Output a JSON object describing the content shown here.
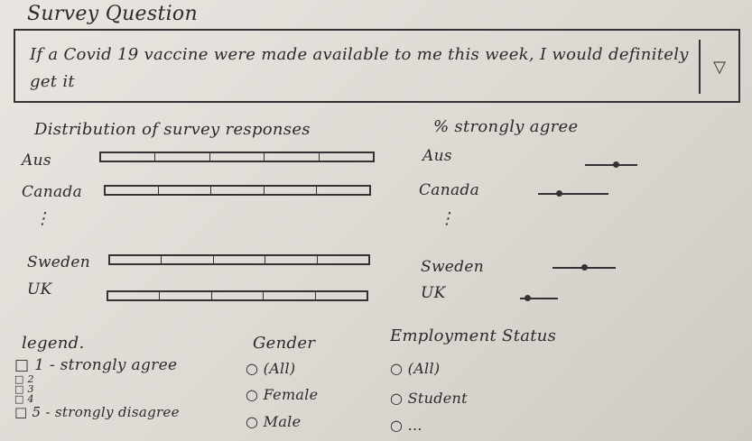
{
  "title": "Survey Question",
  "question": {
    "text": "If a Covid 19 vaccine were made available to me this week, I would definitely get it",
    "dropdown_icon": "▽"
  },
  "distribution": {
    "heading": "Distribution of survey responses",
    "rows": [
      {
        "label": "Aus",
        "segments": 5
      },
      {
        "label": "Canada",
        "segments": 5
      },
      {
        "label": "Sweden",
        "segments": 5
      },
      {
        "label": "UK",
        "segments": 5
      }
    ],
    "ellipsis": "⋮"
  },
  "strongly_agree": {
    "heading": "% strongly agree",
    "rows": [
      {
        "label": "Aus",
        "value": 0.6
      },
      {
        "label": "Canada",
        "value": 0.3
      },
      {
        "label": "Sweden",
        "value": 0.5
      },
      {
        "label": "UK",
        "value": 0.2
      }
    ],
    "ellipsis": "⋮"
  },
  "legend": {
    "heading": "legend.",
    "items": [
      "1 - strongly agree",
      "2",
      "3",
      "4",
      "5 - strongly disagree"
    ]
  },
  "gender": {
    "heading": "Gender",
    "options": [
      "(All)",
      "Female",
      "Male"
    ]
  },
  "employment": {
    "heading": "Employment Status",
    "options": [
      "(All)",
      "Student",
      "..."
    ]
  }
}
